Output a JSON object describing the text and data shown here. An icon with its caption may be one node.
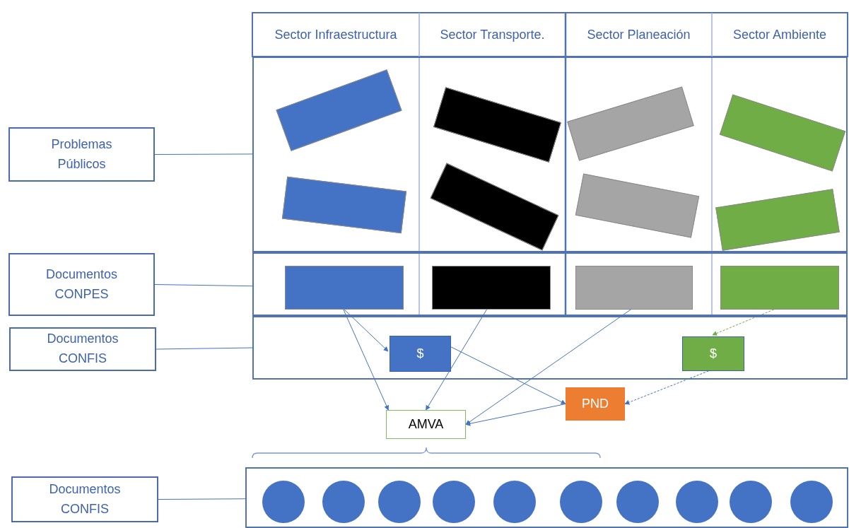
{
  "diagram": {
    "nodes": [
      {
        "text": [
          "Problemas Públicos"
        ]
      },
      {
        "text": [],
        "shape": "box"
      },
      {
        "text": [],
        "shape": "box",
        "in": 1
      },
      {
        "text": [],
        "shape": "box",
        "in": 1
      },
      {
        "text": [],
        "shape": "box",
        "in": 1
      },
      {
        "text": [],
        "shape": "box",
        "in": 1
      },
      {
        "text": [],
        "shape": "box",
        "in": 1
      },
      {
        "text": [],
        "shape": "box",
        "in": 1
      },
      {
        "text": [],
        "shape": "box",
        "in": 1
      },
      {
        "text": [],
        "shape": "box",
        "in": 1
      },
      {
        "text": [
          "Documentos CONPES"
        ]
      },
      {
        "text": [],
        "shape": "box"
      },
      {
        "text": [],
        "shape": "box",
        "in": 11
      },
      {
        "text": [],
        "shape": "box",
        "in": 11
      },
      {
        "text": [],
        "shape": "box",
        "in": 11
      },
      {
        "text": [],
        "shape": "box",
        "in": 11
      },
      {
        "text": [
          "Documentos CONFIS"
        ]
      },
      {
        "text": [],
        "shape": "box"
      },
      {
        "text": [
          "$"
        ],
        "in": 17
      },
      {
        "text": [
          "$"
        ],
        "in": 17
      },
      {
        "text": [
          "PND"
        ]
      },
      {
        "text": [
          "AMVA"
        ]
      },
      {
        "text": [
          "Documentos CONFIS"
        ]
      },
      {
        "text": [],
        "shape": "box"
      },
      {
        "text": [],
        "shape": "circle",
        "in": 23
      },
      {
        "text": [],
        "shape": "circle",
        "in": 23
      },
      {
        "text": [],
        "shape": "circle",
        "in": 23
      },
      {
        "text": [],
        "shape": "circle",
        "in": 23
      },
      {
        "text": [],
        "shape": "circle",
        "in": 23
      },
      {
        "text": [],
        "shape": "circle",
        "in": 23
      },
      {
        "text": [],
        "shape": "circle",
        "in": 23
      },
      {
        "text": [],
        "shape": "circle",
        "in": 23
      },
      {
        "text": [],
        "shape": "circle",
        "in": 23
      },
      {
        "text": [],
        "shape": "circle",
        "in": 23
      }
    ],
    "edges": [
      {
        "from": 0,
        "to": 1,
        "arrow": "none"
      },
      {
        "from": 10,
        "to": 11,
        "arrow": "none"
      },
      {
        "from": 16,
        "to": 17,
        "arrow": "none"
      },
      {
        "from": 22,
        "to": 23,
        "arrow": "none"
      },
      {
        "from": 12,
        "to": 18,
        "arrow": "to"
      },
      {
        "from": 12,
        "to": 21,
        "arrow": "to"
      },
      {
        "from": 13,
        "to": 21,
        "arrow": "to"
      },
      {
        "from": 14,
        "to": 21,
        "arrow": "to"
      },
      {
        "from": 15,
        "to": 19,
        "arrow": "to",
        "style": "dashed",
        "color": "#70ad47"
      },
      {
        "from": 18,
        "to": 20,
        "arrow": "to"
      },
      {
        "from": 19,
        "to": 20,
        "arrow": "to",
        "style": "dashed"
      },
      {
        "from": 20,
        "to": 21,
        "arrow": "to"
      }
    ],
    "labels": [
      "Sector Infraestructura",
      "Sector Transporte.",
      "Sector Planeación",
      "Sector Ambiente"
    ]
  }
}
